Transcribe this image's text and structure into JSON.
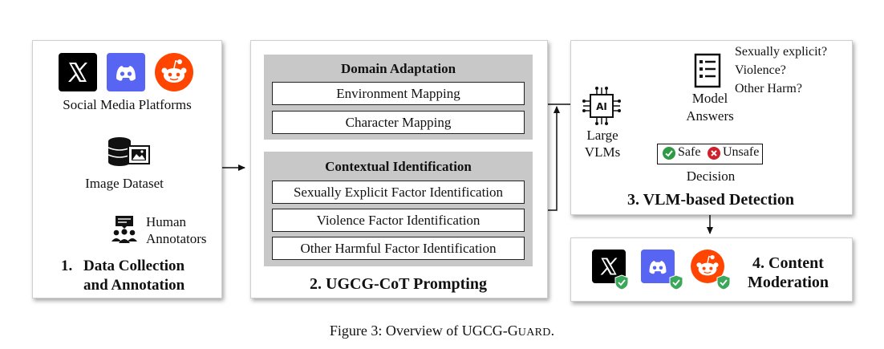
{
  "panel1": {
    "platforms_label": "Social Media Platforms",
    "dataset_label": "Image Dataset",
    "annotators_label_1": "Human",
    "annotators_label_2": "Annotators",
    "title_num": "1.",
    "title_line1": "Data Collection",
    "title_line2": "and Annotation"
  },
  "panel2": {
    "domain_title": "Domain Adaptation",
    "domain_items": [
      "Environment Mapping",
      "Character Mapping"
    ],
    "context_title": "Contextual Identification",
    "context_items": [
      "Sexually Explicit Factor Identification",
      "Violence Factor Identification",
      "Other Harmful Factor Identification"
    ],
    "title": "2. UGCG-CoT Prompting"
  },
  "panel3": {
    "vlm_label_1": "Large",
    "vlm_label_2": "VLMs",
    "questions": [
      "Sexually explicit?",
      "Violence?",
      "Other Harm?"
    ],
    "model_label_1": "Model",
    "model_label_2": "Answers",
    "safe_label": "Safe",
    "unsafe_label": "Unsafe",
    "decision_label": "Decision",
    "title": "3. VLM-based Detection",
    "ai_chip_text": "AI"
  },
  "panel4": {
    "title_line1": "4. Content",
    "title_line2": "Moderation"
  },
  "caption": {
    "prefix": "Figure 3: Overview of ",
    "name_main": "UGCG-G",
    "name_small": "UARD",
    "suffix": "."
  },
  "colors": {
    "x_logo": "#000000",
    "discord": "#5865f2",
    "reddit": "#ff4500",
    "shield": "#3aa75a",
    "safe": "#2e9a45",
    "unsafe": "#d0202c",
    "gray_box": "#c8c8c8"
  }
}
